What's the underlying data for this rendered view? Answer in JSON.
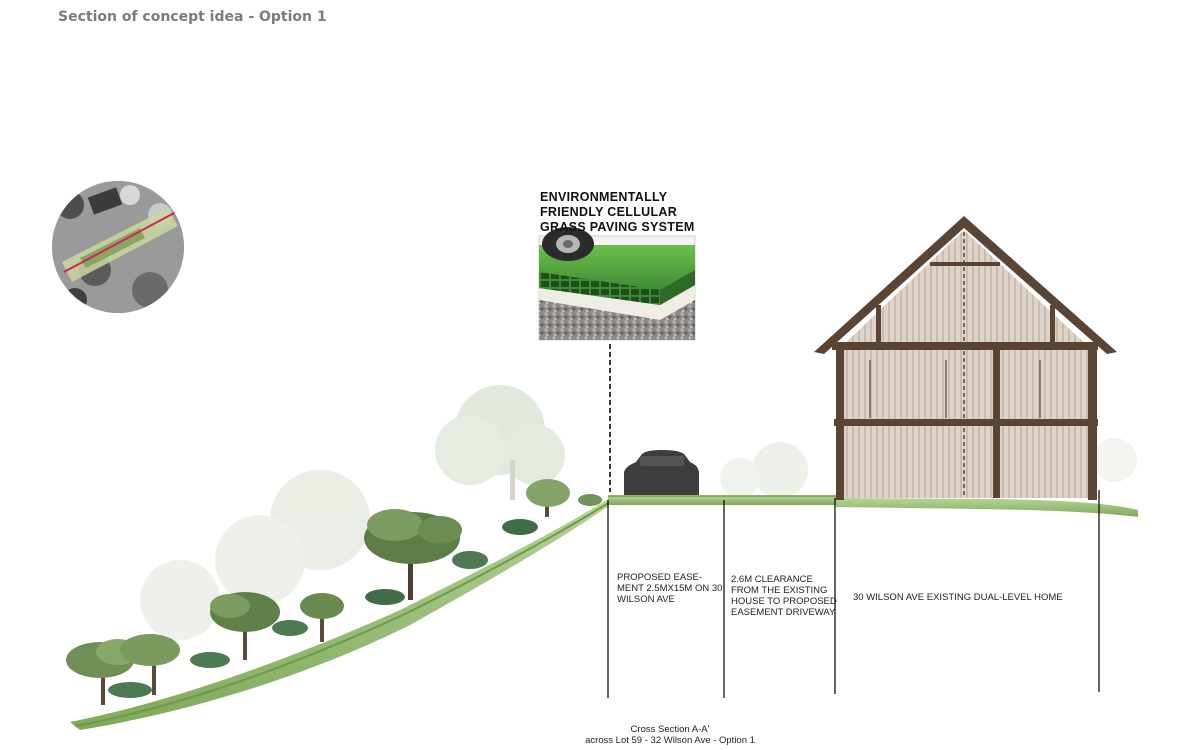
{
  "page": {
    "title": "Section of concept idea - Option 1"
  },
  "callout": {
    "title_lines": [
      "ENVIRONMENTALLY",
      "FRIENDLY CELLULAR",
      "GRASS PAVING SYSTEM"
    ]
  },
  "zones": {
    "easement": "PROPOSED EASE-\nMENT 2.5MX15M ON 30\nWILSON AVE",
    "clearance": "2.6M CLEARANCE\nFROM THE EXISTING\nHOUSE TO PROPOSED\nEASEMENT DRIVEWAY",
    "home": "30 WILSON AVE EXISTING DUAL-LEVEL HOME"
  },
  "caption": {
    "line1": "Cross Section A-A'",
    "line2": "across Lot 59 - 32 Wilson Ave - Option 1"
  },
  "colors": {
    "title": "#7b7b7b",
    "grass": "#9cc07a",
    "section_line": "#d0245e",
    "timber": "#5a4433",
    "cladding": "#d9cfc4"
  }
}
